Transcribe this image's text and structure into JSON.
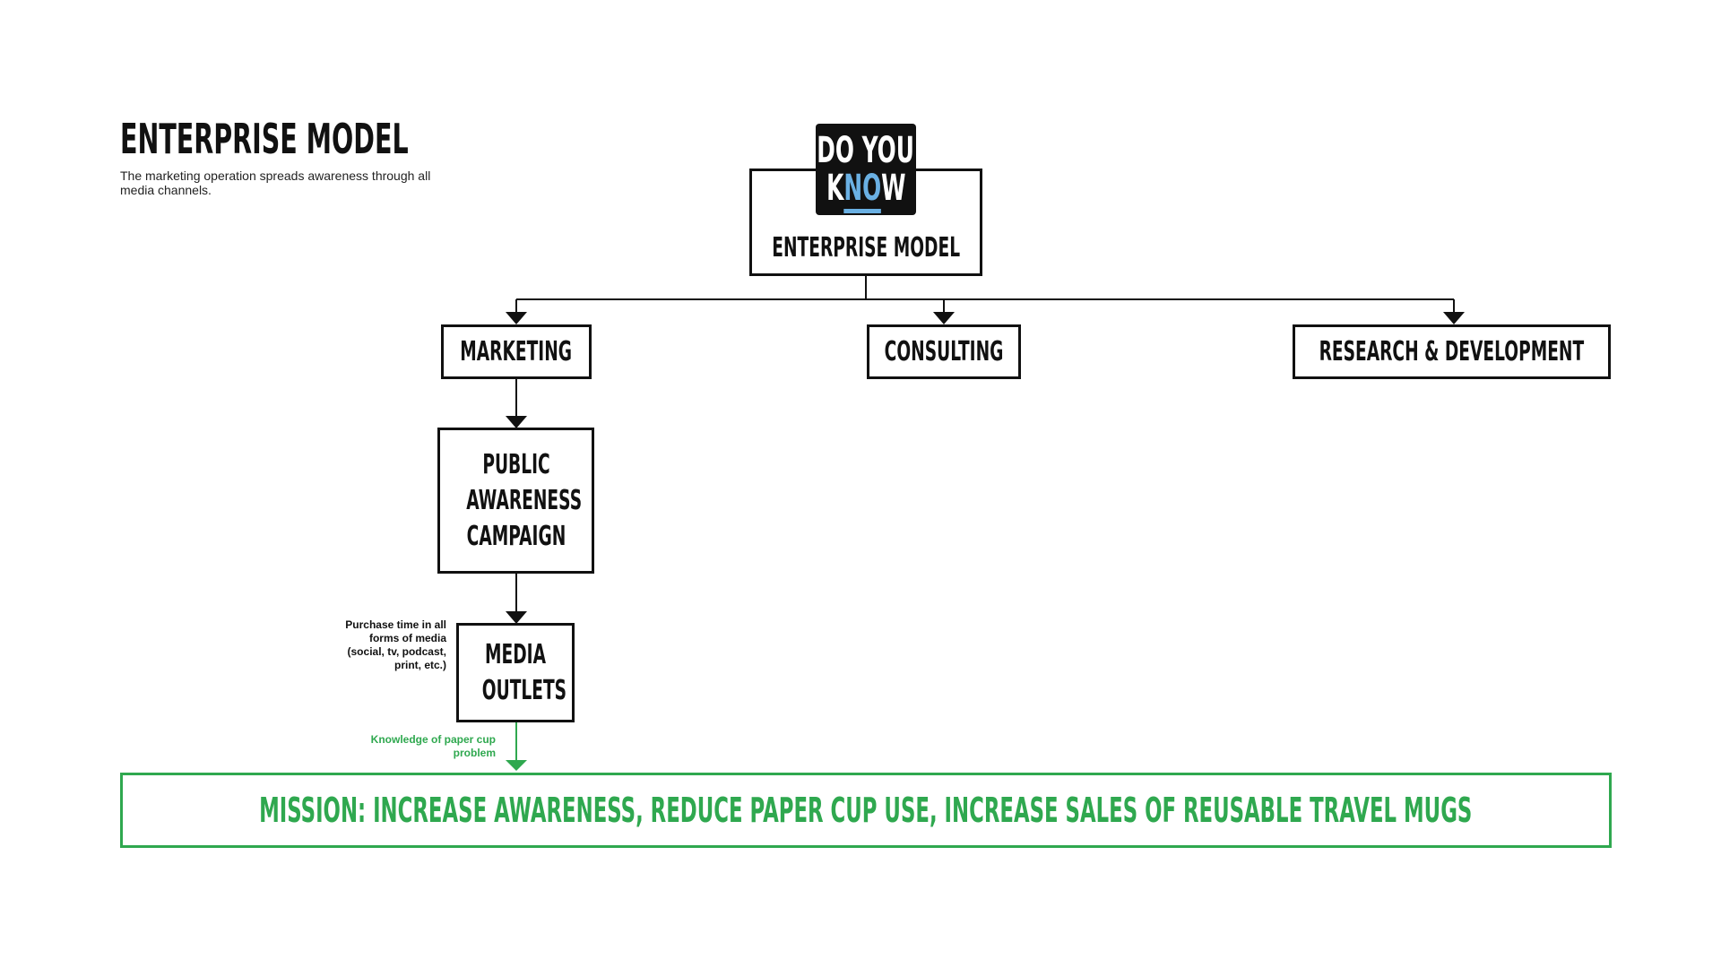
{
  "header": {
    "title": "ENTERPRISE MODEL",
    "subtitle": "The marketing operation spreads awareness through all media channels."
  },
  "logo": {
    "line1": "DO YOU",
    "line2_left": "K",
    "line2_mid": "NO",
    "line2_right": "W"
  },
  "nodes": {
    "root": "ENTERPRISE MODEL",
    "marketing": "MARKETING",
    "consulting": "CONSULTING",
    "research": "RESEARCH & DEVELOPMENT",
    "campaign": "PUBLIC AWARENESS CAMPAIGN",
    "media": "MEDIA OUTLETS"
  },
  "notes": {
    "media_note": "Purchase time in all forms of media (social, tv, podcast, print, etc.)",
    "knowledge_note": "Knowledge of paper cup problem"
  },
  "mission": "MISSION: INCREASE AWARENESS, REDUCE PAPER CUP USE, INCREASE SALES OF REUSABLE TRAVEL MUGS",
  "colors": {
    "line": "#111111",
    "mission_green": "#2fa84f",
    "logo_blue": "#6ab0e3"
  }
}
